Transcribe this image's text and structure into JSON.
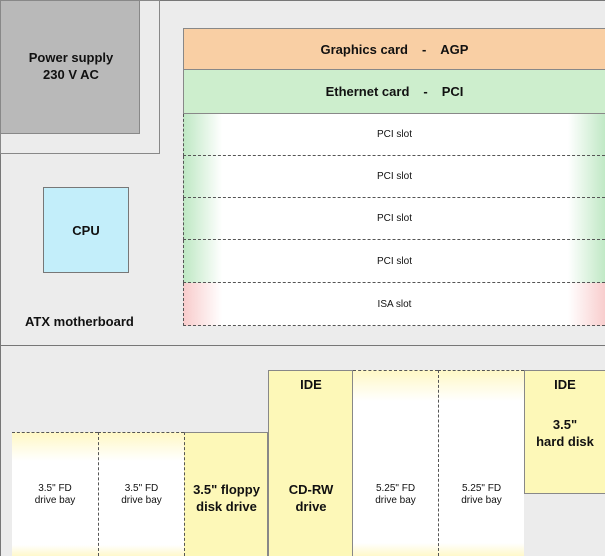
{
  "motherboard": {
    "label": "ATX motherboard",
    "power_supply": {
      "line1": "Power supply",
      "line2": "230 V AC"
    },
    "cpu": "CPU",
    "graphics_card": {
      "name": "Graphics card",
      "sep": "-",
      "bus": "AGP"
    },
    "ethernet_card": {
      "name": "Ethernet card",
      "sep": "-",
      "bus": "PCI"
    },
    "slots": [
      "PCI slot",
      "PCI slot",
      "PCI slot",
      "PCI slot",
      "ISA slot"
    ]
  },
  "drive_bays": {
    "ide_label_cd": "IDE",
    "ide_label_hd": "IDE",
    "bays": {
      "fd_bay_1": {
        "line1": "3.5\" FD",
        "line2": "drive bay"
      },
      "fd_bay_2": {
        "line1": "3.5\" FD",
        "line2": "drive bay"
      },
      "floppy_drive": {
        "line1": "3.5\" floppy",
        "line2": "disk drive"
      },
      "cdrw_drive": {
        "line1": "CD-RW",
        "line2": "drive"
      },
      "bay_525_1": {
        "line1": "5.25\" FD",
        "line2": "drive bay"
      },
      "bay_525_2": {
        "line1": "5.25\" FD",
        "line2": "drive bay"
      },
      "hard_disk": {
        "line1": "3.5\"",
        "line2": "hard disk"
      }
    }
  },
  "colors": {
    "case_bg": "#ececec",
    "power_supply": "#b9b9b9",
    "cpu": "#c3eefa",
    "graphics_card": "#f9cfa4",
    "ethernet_card": "#cdeecd",
    "pci_edge": "#bfe8c4",
    "isa_edge": "#f8cccc",
    "drive": "#fdf8b8",
    "bay_edge": "#fff8c6",
    "border": "#555555"
  }
}
